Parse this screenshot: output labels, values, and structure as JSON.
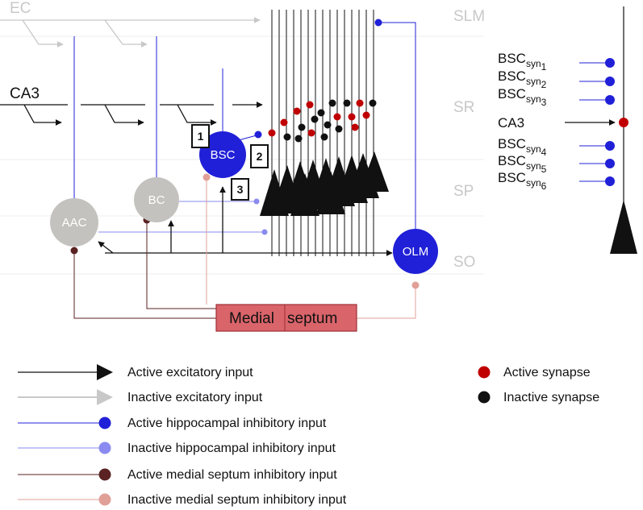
{
  "layers": {
    "slm": "SLM",
    "sr": "SR",
    "sp": "SP",
    "so": "SO"
  },
  "inputs": {
    "ec": "EC",
    "ca3": "CA3"
  },
  "cells": {
    "bsc": "BSC",
    "bc": "BC",
    "aac": "AAC",
    "olm": "OLM"
  },
  "labels": {
    "n1": "1",
    "n2": "2",
    "n3": "3"
  },
  "septum": {
    "word1": "Medial",
    "word2": "septum"
  },
  "synapse_panel": {
    "bsc_base": "BSC",
    "sub_prefix": "syn",
    "ca3": "CA3",
    "indices": [
      "1",
      "2",
      "3",
      "4",
      "5",
      "6"
    ]
  },
  "legend": {
    "active_excitatory": "Active excitatory input",
    "inactive_excitatory": "Inactive excitatory input",
    "active_hippo_inhib": "Active hippocampal inhibitory input",
    "inactive_hippo_inhib": "Inactive hippocampal inhibitory input",
    "active_ms_inhib": "Active medial septum inhibitory input",
    "inactive_ms_inhib": "Inactive medial septum inhibitory input",
    "active_synapse": "Active synapse",
    "inactive_synapse": "Inactive synapse"
  },
  "colors": {
    "excitatory_active": "#111111",
    "excitatory_inactive": "#c8c8c8",
    "hippo_active": "#2020d8",
    "hippo_inactive": "#8a8af0",
    "ms_active": "#5a2222",
    "ms_inactive": "#e0a098",
    "synapse_active": "#c00000",
    "synapse_inactive": "#111111",
    "cell_grey": "#c4c2be",
    "septum_fill": "#d9646a"
  }
}
